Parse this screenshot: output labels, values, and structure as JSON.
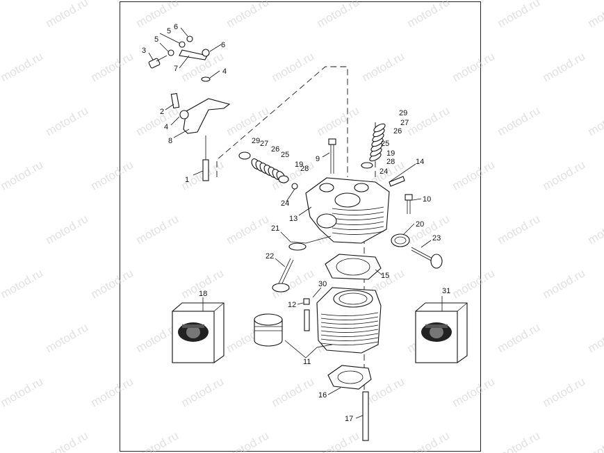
{
  "watermark": "motod.ru",
  "callouts": [
    {
      "id": "c1",
      "text": "1"
    },
    {
      "id": "c2",
      "text": "2"
    },
    {
      "id": "c3",
      "text": "3"
    },
    {
      "id": "c4a",
      "text": "4"
    },
    {
      "id": "c4b",
      "text": "4"
    },
    {
      "id": "c5a",
      "text": "5"
    },
    {
      "id": "c5b",
      "text": "5"
    },
    {
      "id": "c6a",
      "text": "6"
    },
    {
      "id": "c6b",
      "text": "6"
    },
    {
      "id": "c7",
      "text": "7"
    },
    {
      "id": "c8",
      "text": "8"
    },
    {
      "id": "c9",
      "text": "9"
    },
    {
      "id": "c10",
      "text": "10"
    },
    {
      "id": "c11",
      "text": "11"
    },
    {
      "id": "c12",
      "text": "12"
    },
    {
      "id": "c13",
      "text": "13"
    },
    {
      "id": "c14",
      "text": "14"
    },
    {
      "id": "c15",
      "text": "15"
    },
    {
      "id": "c16",
      "text": "16"
    },
    {
      "id": "c17",
      "text": "17"
    },
    {
      "id": "c18",
      "text": "18"
    },
    {
      "id": "c19a",
      "text": "19"
    },
    {
      "id": "c19b",
      "text": "19"
    },
    {
      "id": "c20",
      "text": "20"
    },
    {
      "id": "c21",
      "text": "21"
    },
    {
      "id": "c22",
      "text": "22"
    },
    {
      "id": "c23",
      "text": "23"
    },
    {
      "id": "c24a",
      "text": "24"
    },
    {
      "id": "c24b",
      "text": "24"
    },
    {
      "id": "c25a",
      "text": "25"
    },
    {
      "id": "c25b",
      "text": "25"
    },
    {
      "id": "c26a",
      "text": "26"
    },
    {
      "id": "c26b",
      "text": "26"
    },
    {
      "id": "c27a",
      "text": "27"
    },
    {
      "id": "c27b",
      "text": "27"
    },
    {
      "id": "c28a",
      "text": "28"
    },
    {
      "id": "c28b",
      "text": "28"
    },
    {
      "id": "c29a",
      "text": "29"
    },
    {
      "id": "c29b",
      "text": "29"
    },
    {
      "id": "c30",
      "text": "30"
    },
    {
      "id": "c31",
      "text": "31"
    }
  ]
}
